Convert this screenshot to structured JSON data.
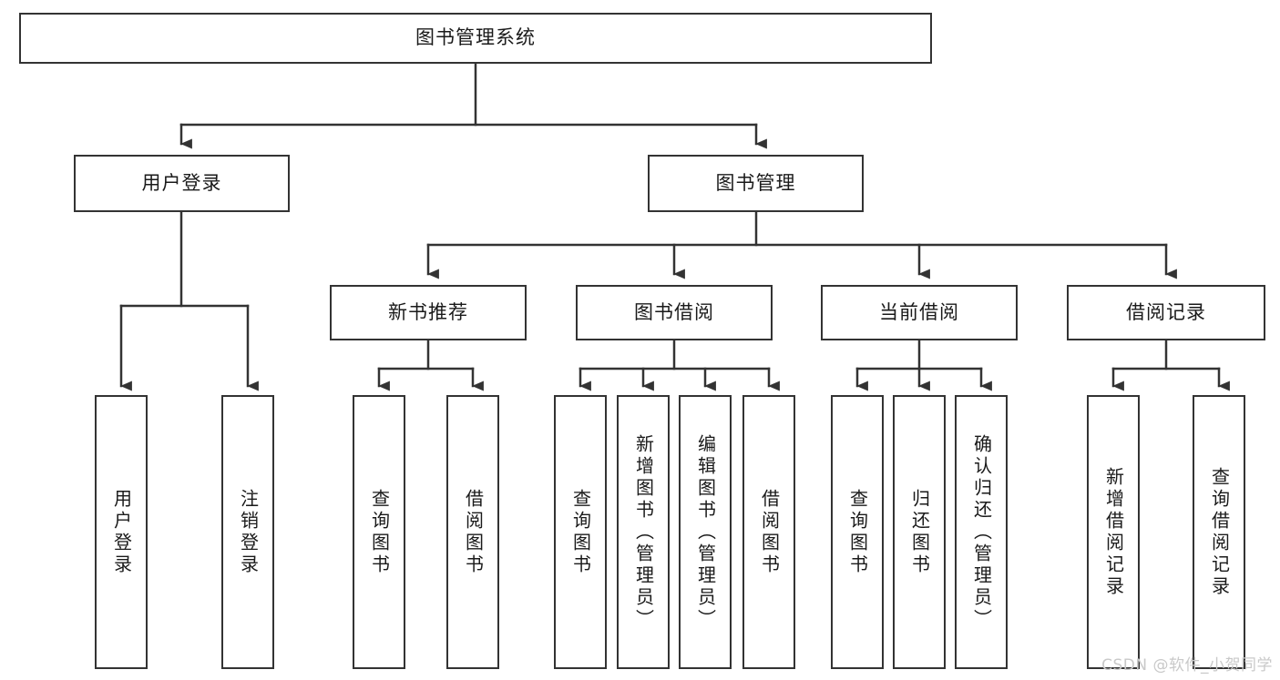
{
  "diagram": {
    "title": "图书管理系统",
    "type": "tree-hierarchy-chart",
    "watermark": "CSDN @软件_小贺同学",
    "colors": {
      "box_border": "#333333",
      "box_fill": "#ffffff",
      "edge": "#333333",
      "text": "#1a1a1a",
      "watermark": "#c9c9c9",
      "background": "#ffffff"
    },
    "root": {
      "label": "图书管理系统"
    },
    "level2": [
      {
        "id": "user-login",
        "label": "用户登录"
      },
      {
        "id": "book-manage",
        "label": "图书管理"
      }
    ],
    "level3": [
      {
        "id": "new-book-recommend",
        "label": "新书推荐"
      },
      {
        "id": "book-borrow",
        "label": "图书借阅"
      },
      {
        "id": "current-borrow",
        "label": "当前借阅"
      },
      {
        "id": "borrow-record",
        "label": "借阅记录"
      }
    ],
    "leaves": {
      "user_login": [
        {
          "id": "leaf-user-login",
          "label": "用户登录"
        },
        {
          "id": "leaf-logout-login",
          "label": "注销登录"
        }
      ],
      "new_book_recommend": [
        {
          "id": "leaf-query-book-1",
          "label": "查询图书"
        },
        {
          "id": "leaf-borrow-book-1",
          "label": "借阅图书"
        }
      ],
      "book_borrow": [
        {
          "id": "leaf-query-book-2",
          "label": "查询图书"
        },
        {
          "id": "leaf-add-book",
          "label": "新增图书（管理员）"
        },
        {
          "id": "leaf-edit-book",
          "label": "编辑图书（管理员）"
        },
        {
          "id": "leaf-borrow-book-2",
          "label": "借阅图书"
        }
      ],
      "current_borrow": [
        {
          "id": "leaf-query-book-3",
          "label": "查询图书"
        },
        {
          "id": "leaf-return-book",
          "label": "归还图书"
        },
        {
          "id": "leaf-confirm-return",
          "label": "确认归还（管理员）"
        }
      ],
      "borrow_record": [
        {
          "id": "leaf-add-record",
          "label": "新增借阅记录"
        },
        {
          "id": "leaf-query-record",
          "label": "查询借阅记录"
        }
      ]
    }
  }
}
